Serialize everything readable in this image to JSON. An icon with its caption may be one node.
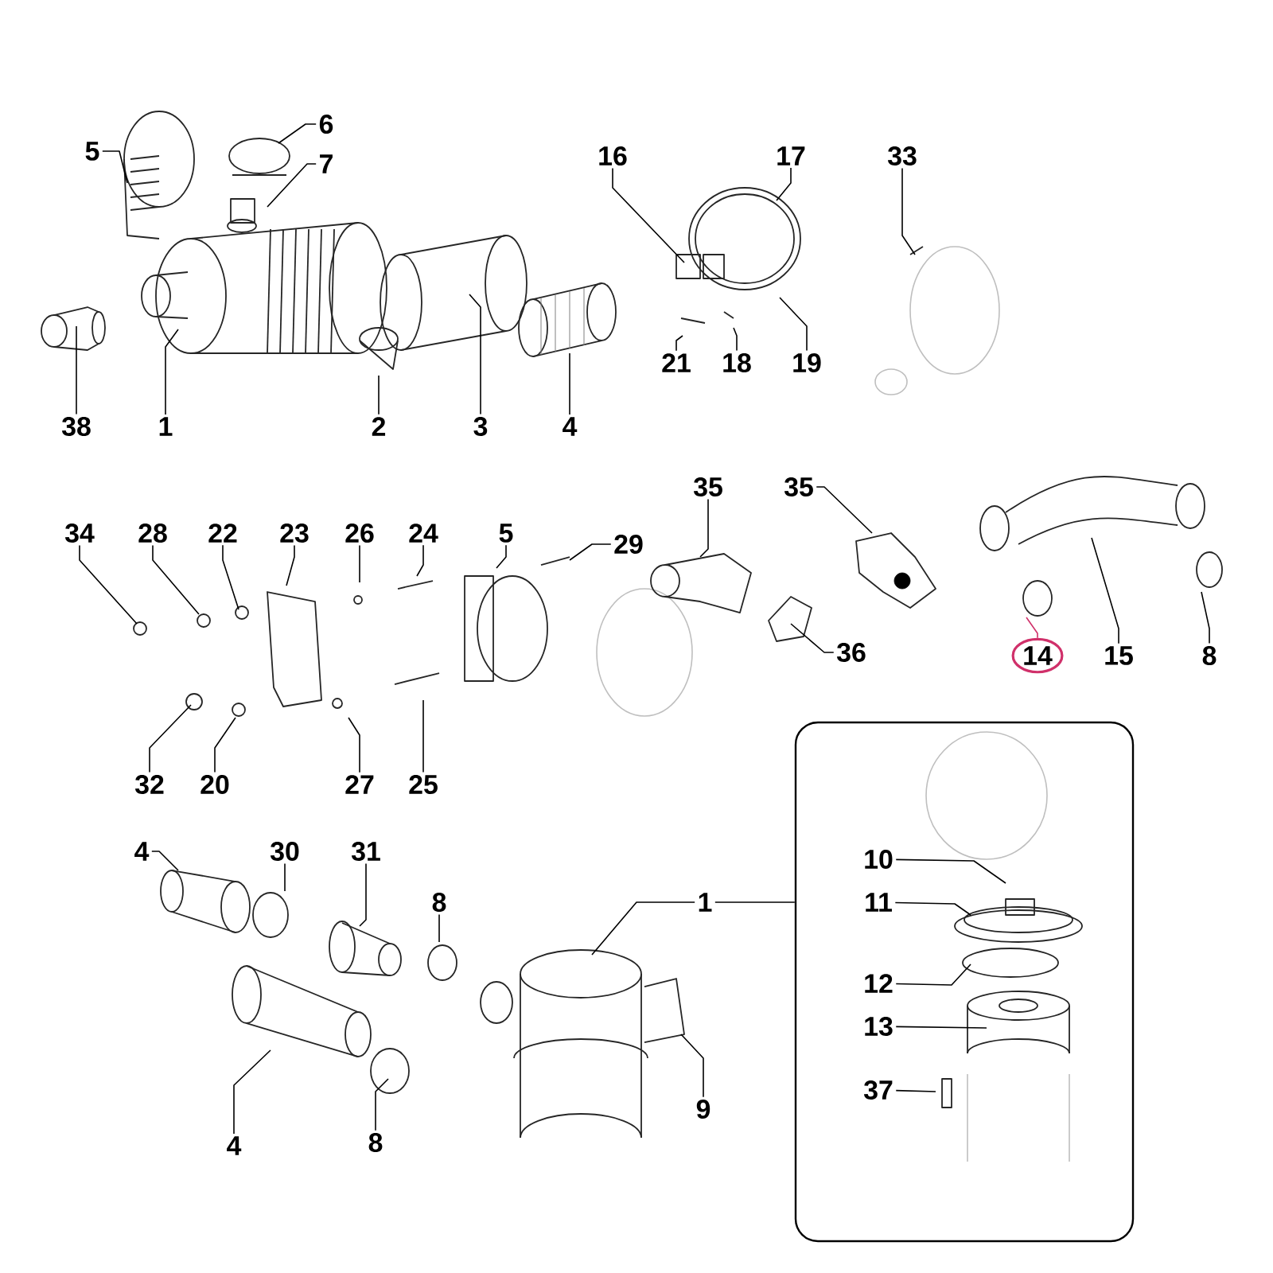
{
  "diagram": {
    "nodes": [
      {
        "text": [
          "5"
        ]
      },
      {
        "text": [
          "6"
        ]
      },
      {
        "text": [
          "7"
        ]
      },
      {
        "text": [
          "16"
        ]
      },
      {
        "text": [
          "17"
        ]
      },
      {
        "text": [
          "33"
        ]
      },
      {
        "text": [
          "38"
        ]
      },
      {
        "text": [
          "1"
        ]
      },
      {
        "text": [
          "2"
        ]
      },
      {
        "text": [
          "3"
        ]
      },
      {
        "text": [
          "4"
        ]
      },
      {
        "text": [
          "21"
        ]
      },
      {
        "text": [
          "18"
        ]
      },
      {
        "text": [
          "19"
        ]
      },
      {
        "text": [
          "34"
        ]
      },
      {
        "text": [
          "28"
        ]
      },
      {
        "text": [
          "22"
        ]
      },
      {
        "text": [
          "23"
        ]
      },
      {
        "text": [
          "26"
        ]
      },
      {
        "text": [
          "24"
        ]
      },
      {
        "text": [
          "5"
        ]
      },
      {
        "text": [
          "29"
        ]
      },
      {
        "text": [
          "35"
        ]
      },
      {
        "text": [
          "35"
        ]
      },
      {
        "text": [
          "14"
        ]
      },
      {
        "text": [
          "15"
        ]
      },
      {
        "text": [
          "8"
        ]
      },
      {
        "text": [
          "36"
        ]
      },
      {
        "text": [
          "32"
        ]
      },
      {
        "text": [
          "20"
        ]
      },
      {
        "text": [
          "27"
        ]
      },
      {
        "text": [
          "25"
        ]
      },
      {
        "text": [
          "4"
        ]
      },
      {
        "text": [
          "30"
        ]
      },
      {
        "text": [
          "31"
        ]
      },
      {
        "text": [
          "8"
        ]
      },
      {
        "text": [
          "1"
        ]
      },
      {
        "text": [
          "9"
        ]
      },
      {
        "text": [
          "4"
        ]
      },
      {
        "text": [
          "8"
        ]
      },
      {
        "text": [],
        "shape": "box"
      },
      {
        "text": [
          "10"
        ],
        "in": 40
      },
      {
        "text": [
          "11"
        ],
        "in": 40
      },
      {
        "text": [
          "12"
        ],
        "in": 40
      },
      {
        "text": [
          "13"
        ],
        "in": 40
      },
      {
        "text": [
          "37"
        ],
        "in": 40
      }
    ],
    "edges": [
      {
        "from": 0,
        "to": null,
        "arrow": "none"
      },
      {
        "from": 1,
        "to": null,
        "arrow": "none"
      },
      {
        "from": 2,
        "to": null,
        "arrow": "none"
      },
      {
        "from": 3,
        "to": null,
        "arrow": "none"
      },
      {
        "from": 4,
        "to": null,
        "arrow": "none"
      },
      {
        "from": 5,
        "to": null,
        "arrow": "none"
      },
      {
        "from": 6,
        "to": null,
        "arrow": "none"
      },
      {
        "from": 7,
        "to": null,
        "arrow": "none"
      },
      {
        "from": 8,
        "to": null,
        "arrow": "none"
      },
      {
        "from": 9,
        "to": null,
        "arrow": "none"
      },
      {
        "from": 10,
        "to": null,
        "arrow": "none"
      },
      {
        "from": 11,
        "to": null,
        "arrow": "none"
      },
      {
        "from": 12,
        "to": null,
        "arrow": "none"
      },
      {
        "from": 13,
        "to": null,
        "arrow": "none"
      },
      {
        "from": 14,
        "to": null,
        "arrow": "none"
      },
      {
        "from": 15,
        "to": null,
        "arrow": "none"
      },
      {
        "from": 16,
        "to": null,
        "arrow": "none"
      },
      {
        "from": 17,
        "to": null,
        "arrow": "none"
      },
      {
        "from": 18,
        "to": null,
        "arrow": "none"
      },
      {
        "from": 19,
        "to": null,
        "arrow": "none"
      },
      {
        "from": 20,
        "to": null,
        "arrow": "none"
      },
      {
        "from": 21,
        "to": null,
        "arrow": "none"
      },
      {
        "from": 22,
        "to": null,
        "arrow": "none"
      },
      {
        "from": 23,
        "to": null,
        "arrow": "none"
      },
      {
        "from": 24,
        "to": null,
        "arrow": "none",
        "color": "#d0306a"
      },
      {
        "from": 25,
        "to": null,
        "arrow": "none"
      },
      {
        "from": 26,
        "to": null,
        "arrow": "none"
      },
      {
        "from": 27,
        "to": null,
        "arrow": "none"
      },
      {
        "from": 28,
        "to": null,
        "arrow": "none"
      },
      {
        "from": 29,
        "to": null,
        "arrow": "none"
      },
      {
        "from": 30,
        "to": null,
        "arrow": "none"
      },
      {
        "from": 31,
        "to": null,
        "arrow": "none"
      },
      {
        "from": 32,
        "to": null,
        "arrow": "none"
      },
      {
        "from": 33,
        "to": null,
        "arrow": "none"
      },
      {
        "from": 34,
        "to": null,
        "arrow": "none"
      },
      {
        "from": 35,
        "to": null,
        "arrow": "none"
      },
      {
        "from": 36,
        "to": 40,
        "arrow": "none"
      },
      {
        "from": 36,
        "to": null,
        "arrow": "none"
      },
      {
        "from": 37,
        "to": null,
        "arrow": "none"
      },
      {
        "from": 38,
        "to": null,
        "arrow": "none"
      },
      {
        "from": 39,
        "to": null,
        "arrow": "none"
      },
      {
        "from": 41,
        "to": null,
        "arrow": "none"
      },
      {
        "from": 42,
        "to": null,
        "arrow": "none"
      },
      {
        "from": 43,
        "to": null,
        "arrow": "none"
      },
      {
        "from": 44,
        "to": null,
        "arrow": "none"
      },
      {
        "from": 45,
        "to": null,
        "arrow": "none"
      }
    ]
  }
}
